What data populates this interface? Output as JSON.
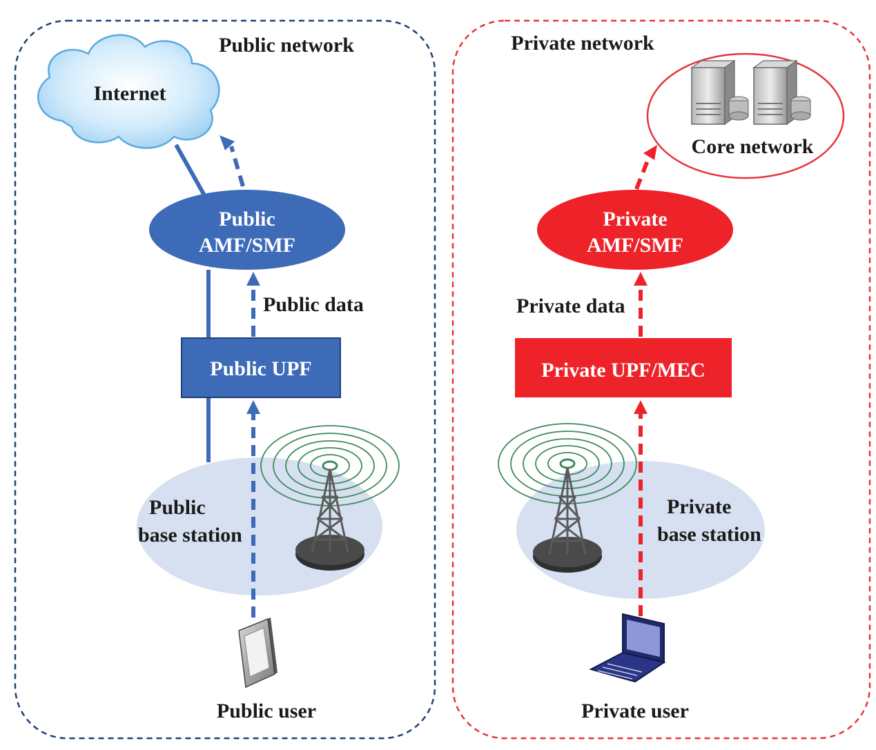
{
  "public_zone": {
    "title": "Public network",
    "internet_label": "Internet",
    "amf_line1": "Public",
    "amf_line2": "AMF/SMF",
    "data_label": "Public data",
    "upf_label": "Public UPF",
    "base_station_line1": "Public",
    "base_station_line2": "base station",
    "user_label": "Public user"
  },
  "private_zone": {
    "title": "Private network",
    "core_label": "Core network",
    "amf_line1": "Private",
    "amf_line2": "AMF/SMF",
    "data_label": "Private data",
    "upf_label": "Private UPF/MEC",
    "base_station_line1": "Private",
    "base_station_line2": "base station",
    "user_label": "Private user"
  },
  "colors": {
    "public": "#3d6bb8",
    "public_border": "#1f3f73",
    "private": "#ee2229",
    "private_border": "#e8333a",
    "coverage": "#d6e0f0"
  }
}
